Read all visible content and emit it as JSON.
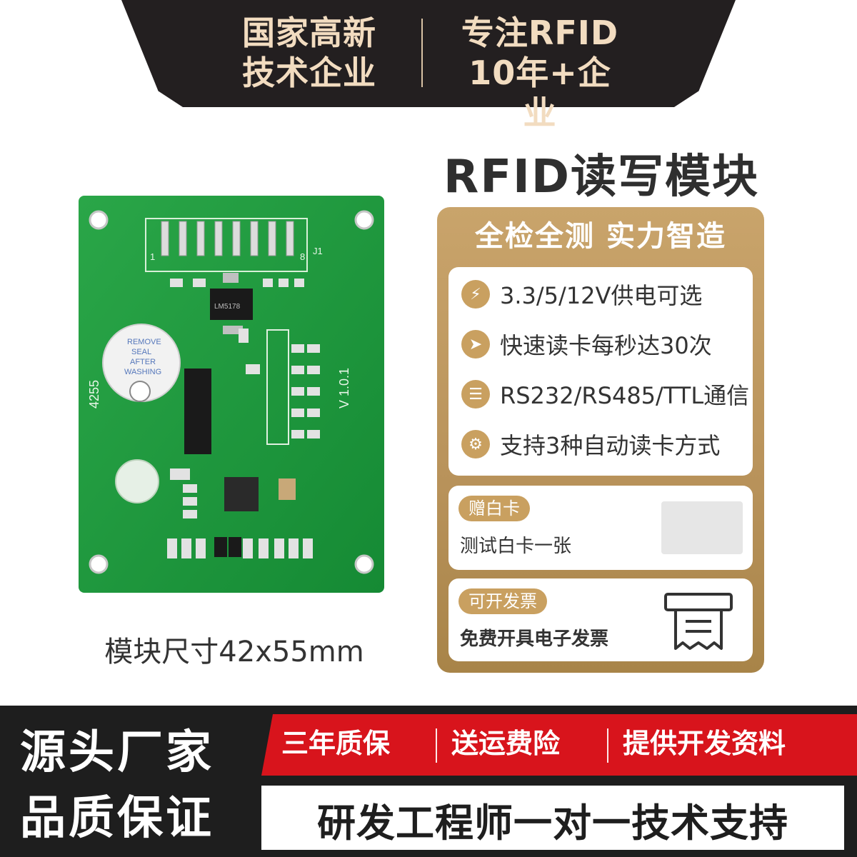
{
  "top_banner": {
    "left_line1": "国家高新",
    "left_line2": "技术企业",
    "right_line1": "专注RFID",
    "right_line2": "10年+企业"
  },
  "product": {
    "title": "RFID读写模块",
    "dimension_caption": "模块尺寸42x55mm"
  },
  "pcb": {
    "buzzer_text": [
      "REMOVE",
      "SEAL",
      "AFTER",
      "WASHING"
    ],
    "version_text": "V 1.0.1",
    "serial_text": "4255",
    "connector_label": "J1",
    "pin_first": "1",
    "pin_last": "8",
    "chip_text": "LM5178"
  },
  "features": {
    "heading": "全检全测  实力智造",
    "items": [
      {
        "icon": "lightning-icon",
        "text": "3.3/5/12V供电可选"
      },
      {
        "icon": "rocket-icon",
        "text": "快速读卡每秒达30次"
      },
      {
        "icon": "sliders-icon",
        "text": "RS232/RS485/TTL通信"
      },
      {
        "icon": "gears-icon",
        "text": "支持3种自动读卡方式"
      }
    ]
  },
  "gift_card": {
    "pill": "赠白卡",
    "desc": "测试白卡一张"
  },
  "invoice": {
    "pill": "可开发票",
    "desc": "免费开具电子发票"
  },
  "bottom": {
    "left_line1": "源头厂家",
    "left_line2": "品质保证",
    "red_items": [
      "三年质保",
      "送运费险",
      "提供开发资料"
    ],
    "support": "研发工程师一对一技术支持"
  },
  "colors": {
    "gold": "#c9a060",
    "dark": "#231f20",
    "red": "#d8141c",
    "pcb_green": "#1f9e3e",
    "banner_text": "#f2dcc0"
  }
}
